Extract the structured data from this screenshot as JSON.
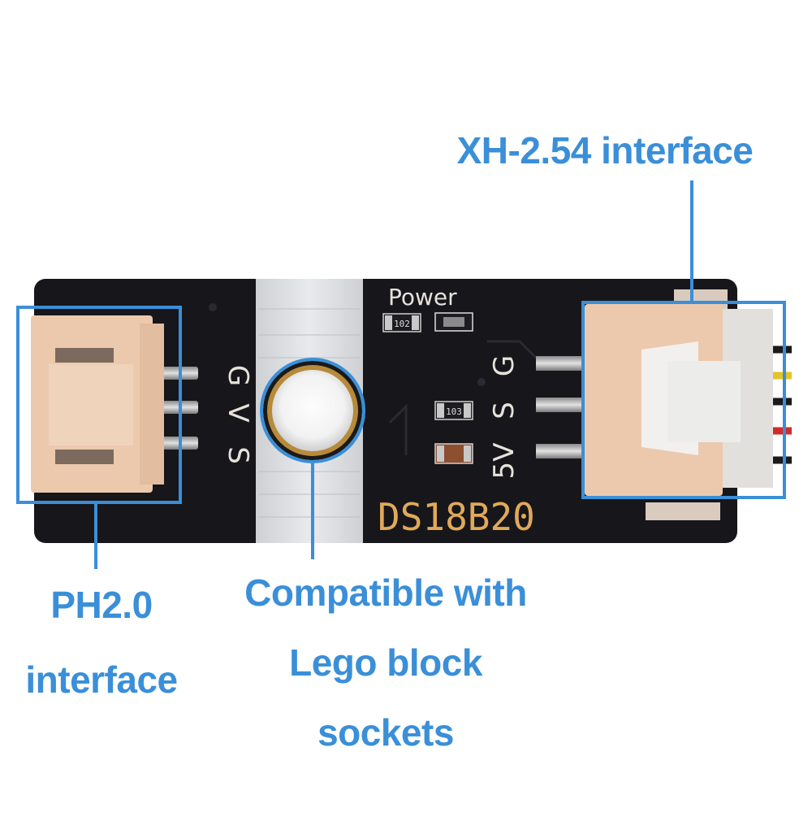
{
  "callouts": {
    "xh": "XH-2.54 interface",
    "ph_line1": "PH2.0",
    "ph_line2": "interface",
    "lego_line1": "Compatible with",
    "lego_line2": "Lego block",
    "lego_line3": "sockets"
  },
  "board": {
    "power_label": "Power",
    "model_label": "DS18B20",
    "left_pins": [
      "G",
      "V",
      "S"
    ],
    "right_pins": [
      "G",
      "S",
      "5V"
    ],
    "resistor_1": "102",
    "resistor_2": "103"
  },
  "colors": {
    "accent": "#3a8fd8",
    "pcb": "#17161a",
    "silkscreen": "#e6e2dc",
    "gold_text": "#e0a95a",
    "connector": "#ecc9ad"
  }
}
